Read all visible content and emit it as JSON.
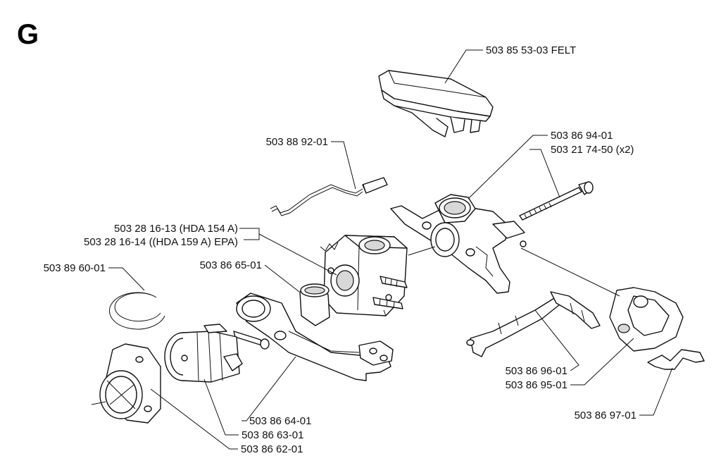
{
  "section_letter": "G",
  "labels": {
    "felt": "503 85 53-03 FELT",
    "wire": "503 88 92-01",
    "holder": "503 86 94-01",
    "screw": "503 21 74-50 (x2)",
    "carb_a": "503 28 16-13 (HDA 154 A)",
    "carb_b": "503 28 16-14 ((HDA 159 A) EPA)",
    "ring": "503 89 60-01",
    "sleeve": "503 86 65-01",
    "lever_a": "503 86 96-01",
    "lever_b": "503 86 95-01",
    "spring": "503 86 97-01",
    "bracket": "503 86 64-01",
    "intake": "503 86 63-01",
    "flange": "503 86 62-01"
  }
}
